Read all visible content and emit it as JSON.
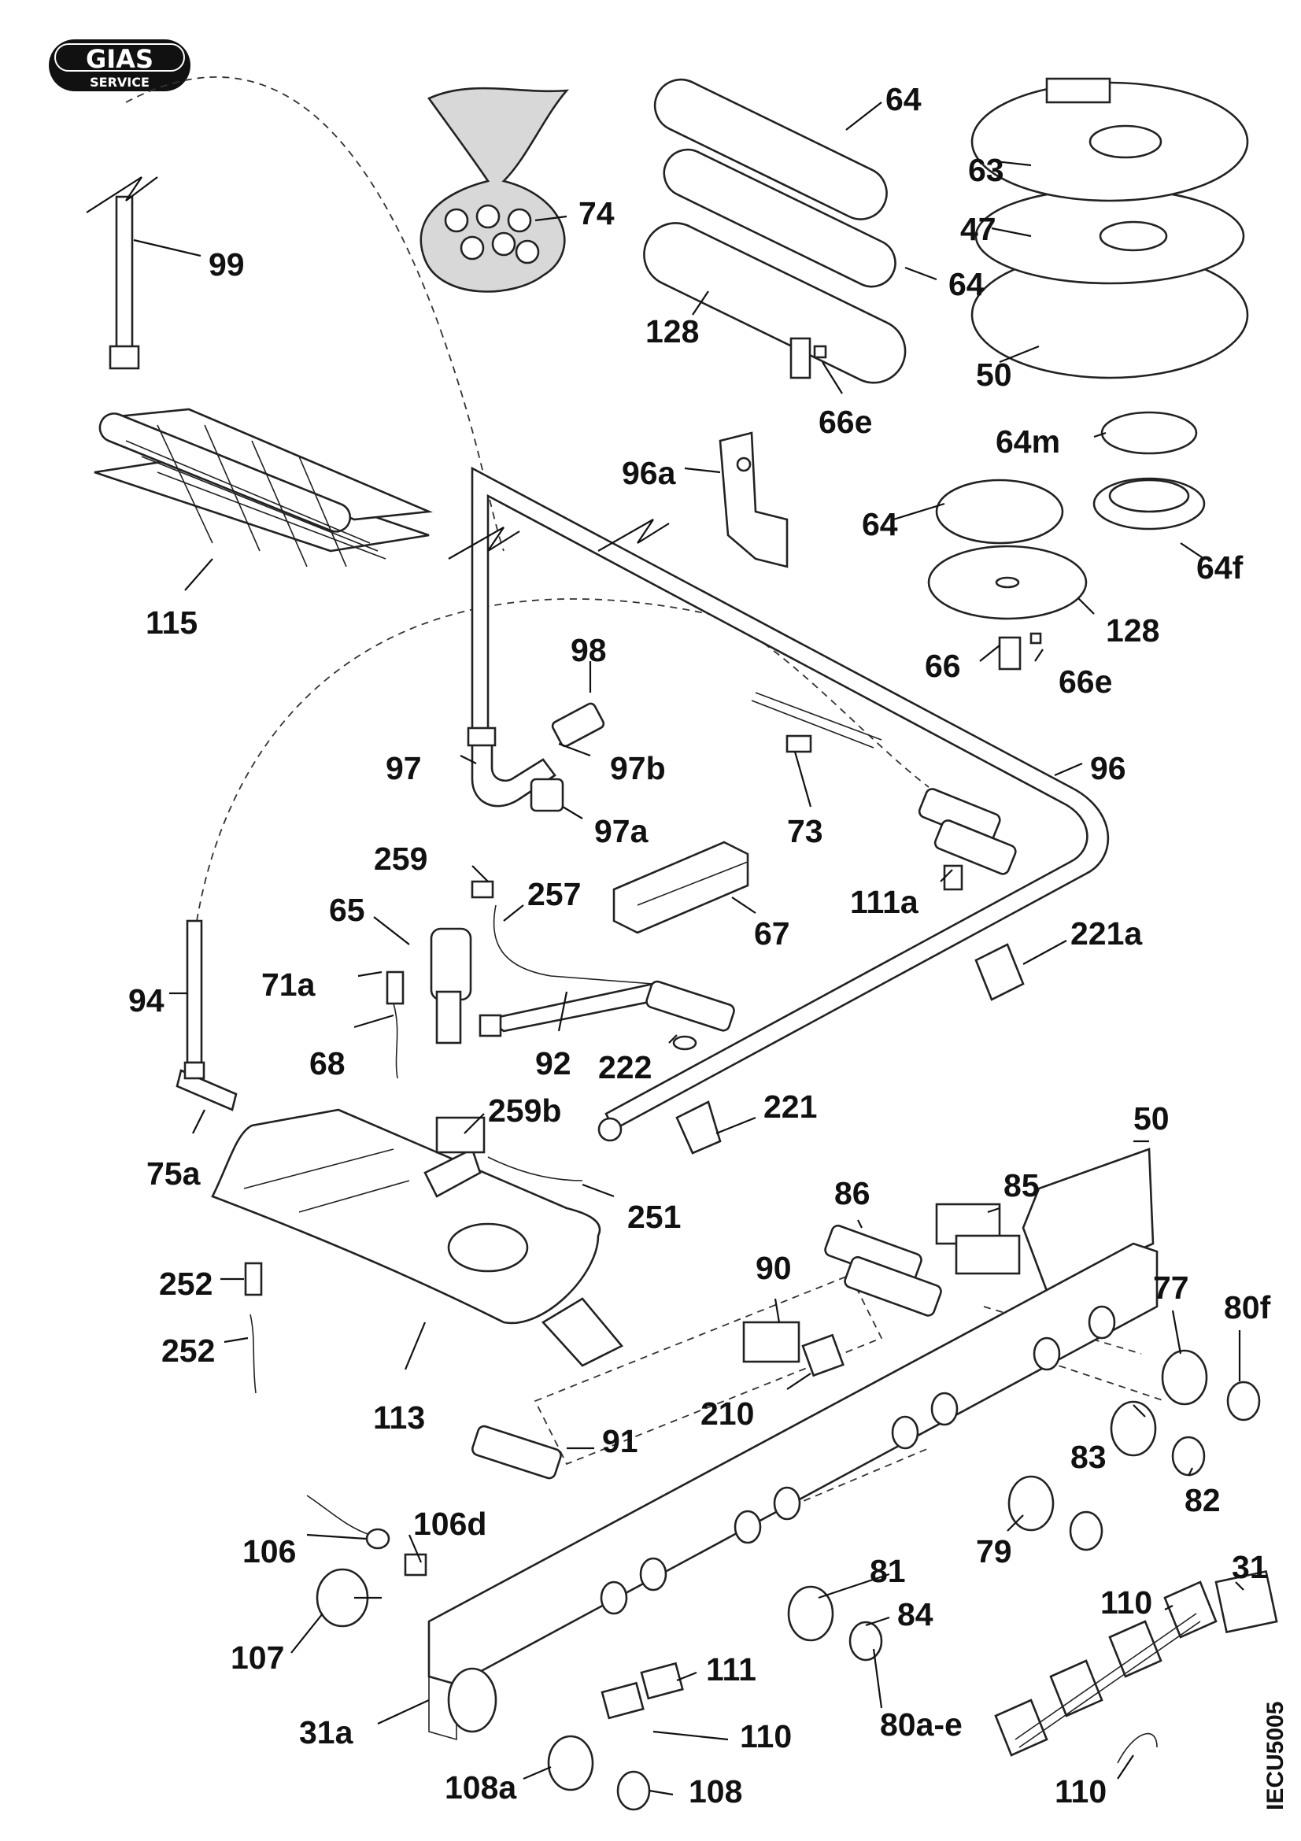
{
  "brand": {
    "logo": "GIAS",
    "sub": "SERVICE"
  },
  "doc_code": "IECU5005",
  "labels": [
    "64",
    "63",
    "74",
    "47",
    "99",
    "64",
    "128",
    "50",
    "66e",
    "64m",
    "96a",
    "64",
    "115",
    "64f",
    "128",
    "98",
    "66",
    "66e",
    "97",
    "97b",
    "96",
    "97a",
    "73",
    "259",
    "257",
    "111a",
    "65",
    "67",
    "221a",
    "71a",
    "94",
    "68",
    "92",
    "222",
    "221",
    "259b",
    "50",
    "75a",
    "251",
    "86",
    "85",
    "90",
    "252",
    "252",
    "77",
    "80f",
    "113",
    "210",
    "83",
    "91",
    "82",
    "106d",
    "106",
    "79",
    "81",
    "31",
    "110",
    "84",
    "107",
    "111",
    "80a-e",
    "31a",
    "110",
    "108a",
    "108",
    "110"
  ]
}
